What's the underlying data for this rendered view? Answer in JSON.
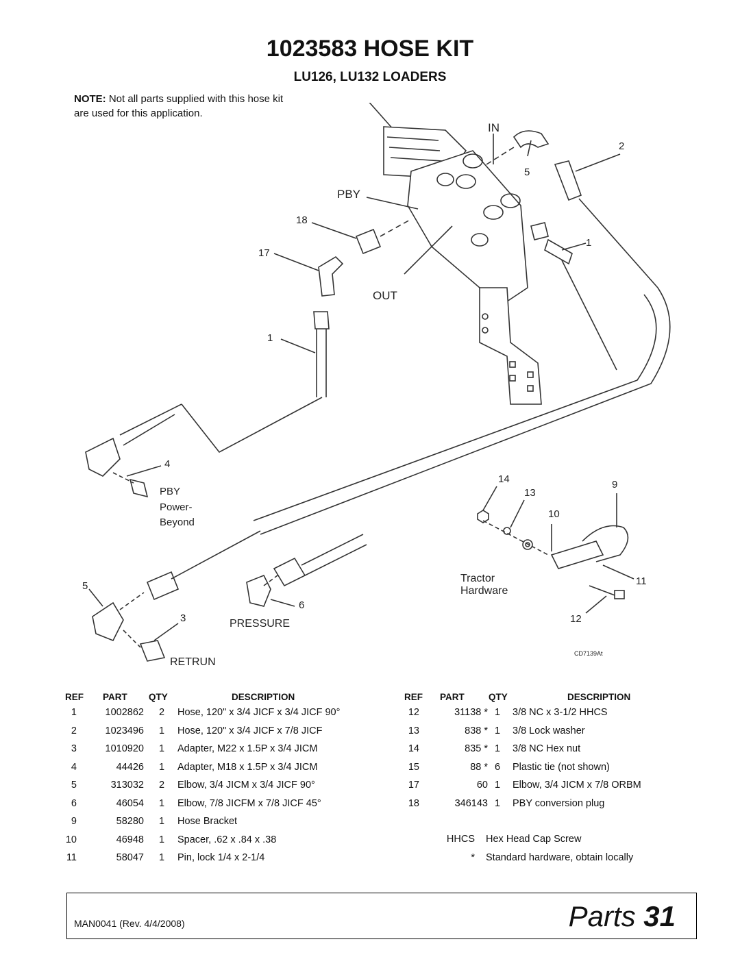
{
  "header": {
    "title": "1023583 HOSE KIT",
    "subtitle": "LU126, LU132 LOADERS",
    "note_label": "NOTE:",
    "note_text": "Not all parts supplied with this hose kit are used for this application."
  },
  "diagram": {
    "labels": {
      "in": "IN",
      "pby": "PBY",
      "out": "OUT",
      "pby_power_beyond_1": "PBY",
      "pby_power_beyond_2": "Power-",
      "pby_power_beyond_3": "Beyond",
      "pressure": "PRESSURE",
      "retrun": "RETRUN",
      "tractor_hardware_1": "Tractor",
      "tractor_hardware_2": "Hardware",
      "drawing_id": "CD7139At"
    },
    "callouts": [
      "2",
      "5",
      "18",
      "17",
      "1",
      "1",
      "4",
      "5",
      "3",
      "6",
      "14",
      "13",
      "10",
      "9",
      "11",
      "12"
    ]
  },
  "parts_table": {
    "headers": {
      "ref": "REF",
      "part": "PART",
      "qty": "QTY",
      "description": "DESCRIPTION"
    },
    "left_rows": [
      {
        "ref": "1",
        "part": "1002862",
        "qty": "2",
        "description": "Hose, 120\" x 3/4 JICF x 3/4 JICF 90°"
      },
      {
        "ref": "2",
        "part": "1023496",
        "qty": "1",
        "description": "Hose, 120\" x 3/4 JICF x 7/8 JICF"
      },
      {
        "ref": "3",
        "part": "1010920",
        "qty": "1",
        "description": "Adapter, M22 x 1.5P x 3/4 JICM"
      },
      {
        "ref": "4",
        "part": "44426",
        "qty": "1",
        "description": "Adapter, M18 x 1.5P x 3/4 JICM"
      },
      {
        "ref": "5",
        "part": "313032",
        "qty": "2",
        "description": "Elbow, 3/4 JICM x 3/4 JICF 90°"
      },
      {
        "ref": "6",
        "part": "46054",
        "qty": "1",
        "description": "Elbow, 7/8 JICFM x 7/8 JICF 45°"
      },
      {
        "ref": "9",
        "part": "58280",
        "qty": "1",
        "description": "Hose Bracket"
      },
      {
        "ref": "10",
        "part": "46948",
        "qty": "1",
        "description": "Spacer, .62 x .84 x .38"
      },
      {
        "ref": "11",
        "part": "58047",
        "qty": "1",
        "description": "Pin, lock 1/4 x 2-1/4"
      }
    ],
    "right_rows": [
      {
        "ref": "12",
        "part": "31138 *",
        "qty": "1",
        "description": "3/8 NC x 3-1/2 HHCS"
      },
      {
        "ref": "13",
        "part": "838 *",
        "qty": "1",
        "description": "3/8 Lock washer"
      },
      {
        "ref": "14",
        "part": "835 *",
        "qty": "1",
        "description": "3/8 NC Hex nut"
      },
      {
        "ref": "15",
        "part": "88 *",
        "qty": "6",
        "description": "Plastic tie (not shown)"
      },
      {
        "ref": "17",
        "part": "60",
        "qty": "1",
        "description": "Elbow, 3/4 JICM x 7/8 ORBM"
      },
      {
        "ref": "18",
        "part": "346143",
        "qty": "1",
        "description": "PBY conversion plug"
      }
    ],
    "legend": [
      {
        "key": "HHCS",
        "text": "Hex Head Cap Screw"
      },
      {
        "key": "*",
        "text": "Standard hardware, obtain locally"
      }
    ]
  },
  "footer": {
    "manual": "MAN0041 (Rev. 4/4/2008)",
    "section": "Parts",
    "page": "31"
  }
}
